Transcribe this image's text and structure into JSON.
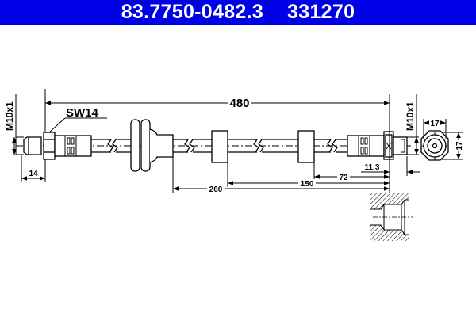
{
  "header": {
    "part_number": "83.7750-0482.3",
    "ref_number": "331270",
    "background": "#0000e6",
    "text_color": "#ffffff"
  },
  "drawing": {
    "title": "Brake hose technical drawing",
    "labels": {
      "overall_length": "480",
      "wrench_size": "SW14",
      "left_thread": "M10x1",
      "right_thread": "M10x1",
      "left_thread_length": "14",
      "dim_260": "260",
      "dim_150": "150",
      "dim_72": "72",
      "dim_11_3": "11,3",
      "end_view_width": "17",
      "end_view_height": "17"
    }
  }
}
